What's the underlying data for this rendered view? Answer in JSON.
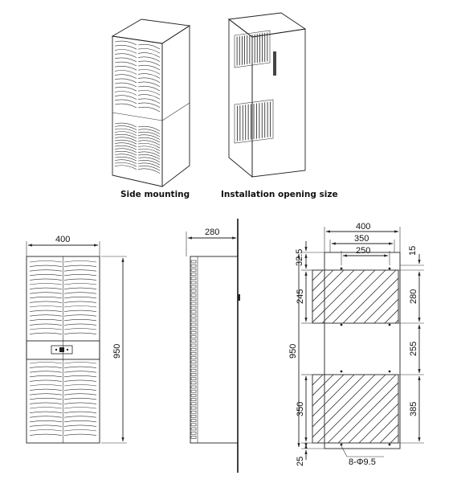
{
  "captions": {
    "side_mounting": "Side mounting",
    "installation_opening_size": "Installation opening size"
  },
  "front_view": {
    "width": "400",
    "height": "950"
  },
  "side_view": {
    "depth": "280"
  },
  "opening_view": {
    "overall_width": "400",
    "hole_spacing": "350",
    "opening_width": "250",
    "top_margin_left": "32.5",
    "top_margin_right": "15",
    "upper_height_left": "245",
    "upper_height_right": "280",
    "overall_height": "950",
    "gap_right": "255",
    "lower_height_left": "350",
    "lower_height_right": "385",
    "bottom_margin_left": "25",
    "holes": "8-Φ9.5"
  }
}
